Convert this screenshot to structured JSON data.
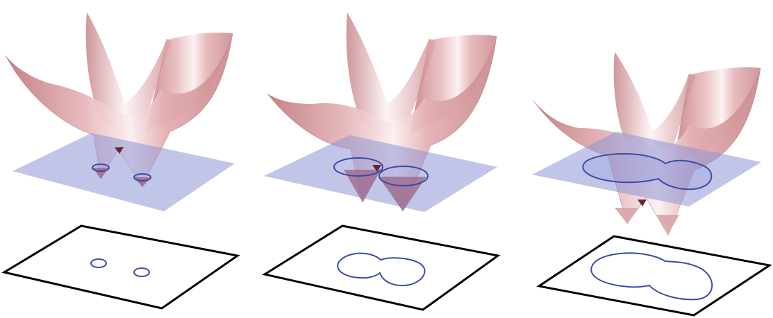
{
  "figure": {
    "panels": [
      {
        "id": "small-radius",
        "level": "low"
      },
      {
        "id": "medium-radius",
        "level": "touching"
      },
      {
        "id": "large-radius",
        "level": "merged"
      }
    ],
    "colors": {
      "surface_dark": "#c87f84",
      "surface_light": "#f7e6e7",
      "cut_plane": "#8e95d6",
      "level_curve": "#3b4aa8",
      "frame": "#000000"
    }
  }
}
